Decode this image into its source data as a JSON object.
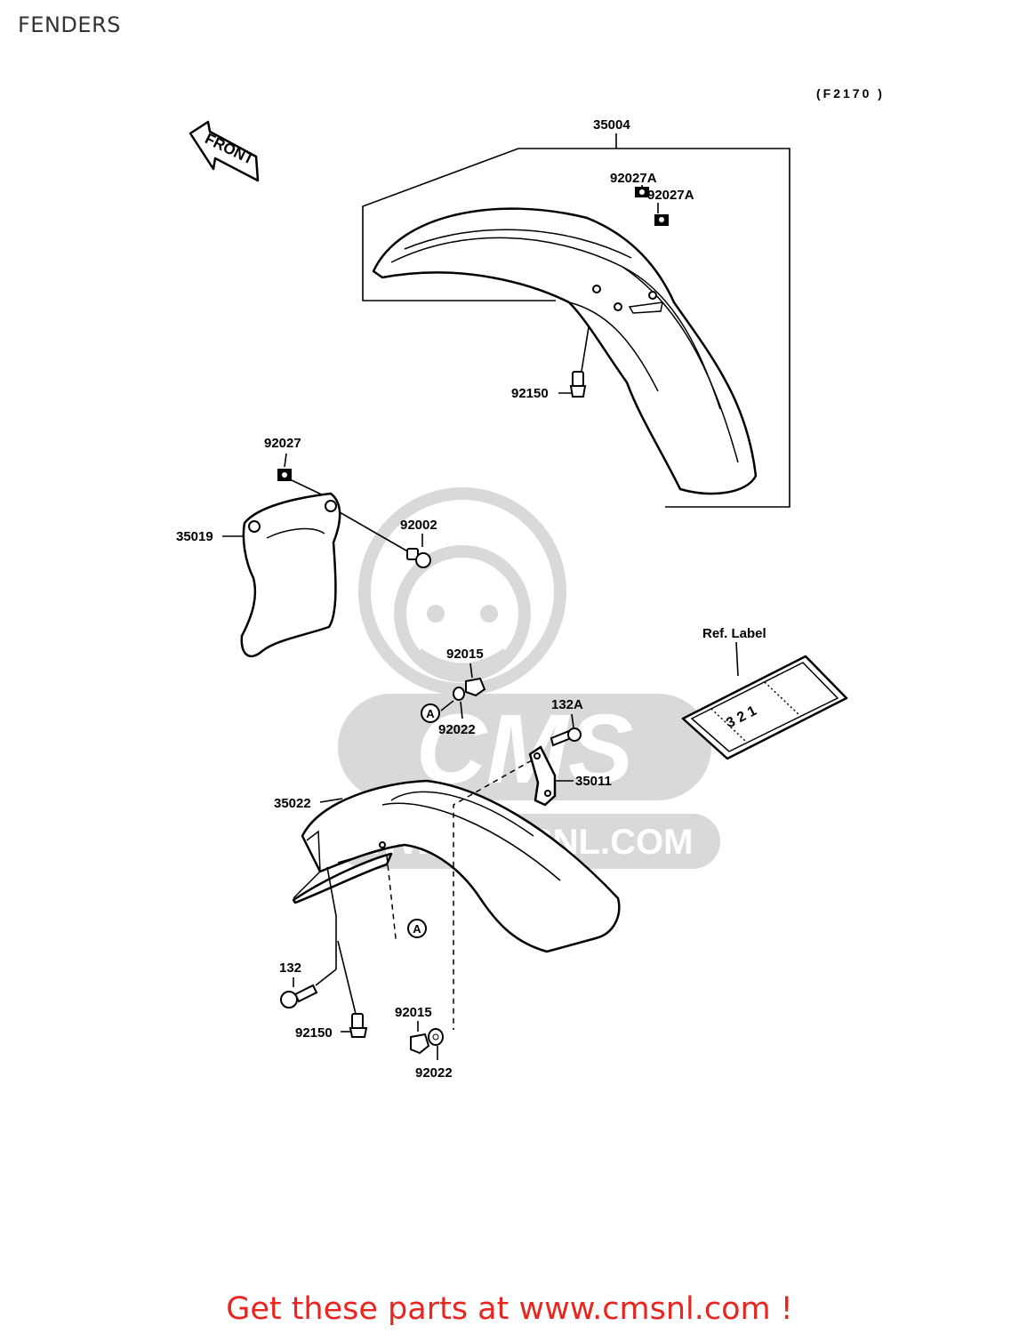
{
  "page": {
    "title": "FENDERS"
  },
  "diagram": {
    "code": "(F2170 )",
    "front_arrow": "FRONT",
    "ref_label_title": "Ref. Label",
    "ref_label_text": "3 2 1",
    "callout_marker": "A",
    "watermark": {
      "logo_text": "CMS",
      "url_text": "WWW.CMSNL.COM"
    },
    "parts": {
      "front_fender": "35004",
      "grommet_a_1": "92027A",
      "grommet_a_2": "92027A",
      "bolt_front": "92150",
      "grommet": "92027",
      "cover": "35019",
      "bolt_cover": "92002",
      "nut_upper": "92015",
      "washer_upper": "92022",
      "bolt_bracket": "132A",
      "bracket": "35011",
      "rear_fender": "35022",
      "bolt_rear": "132",
      "bolt_rear_2": "92150",
      "nut_lower": "92015",
      "washer_lower": "92022"
    }
  },
  "footer": {
    "cta": "Get these parts at www.cmsnl.com !",
    "cta_color": "#e8251f"
  }
}
